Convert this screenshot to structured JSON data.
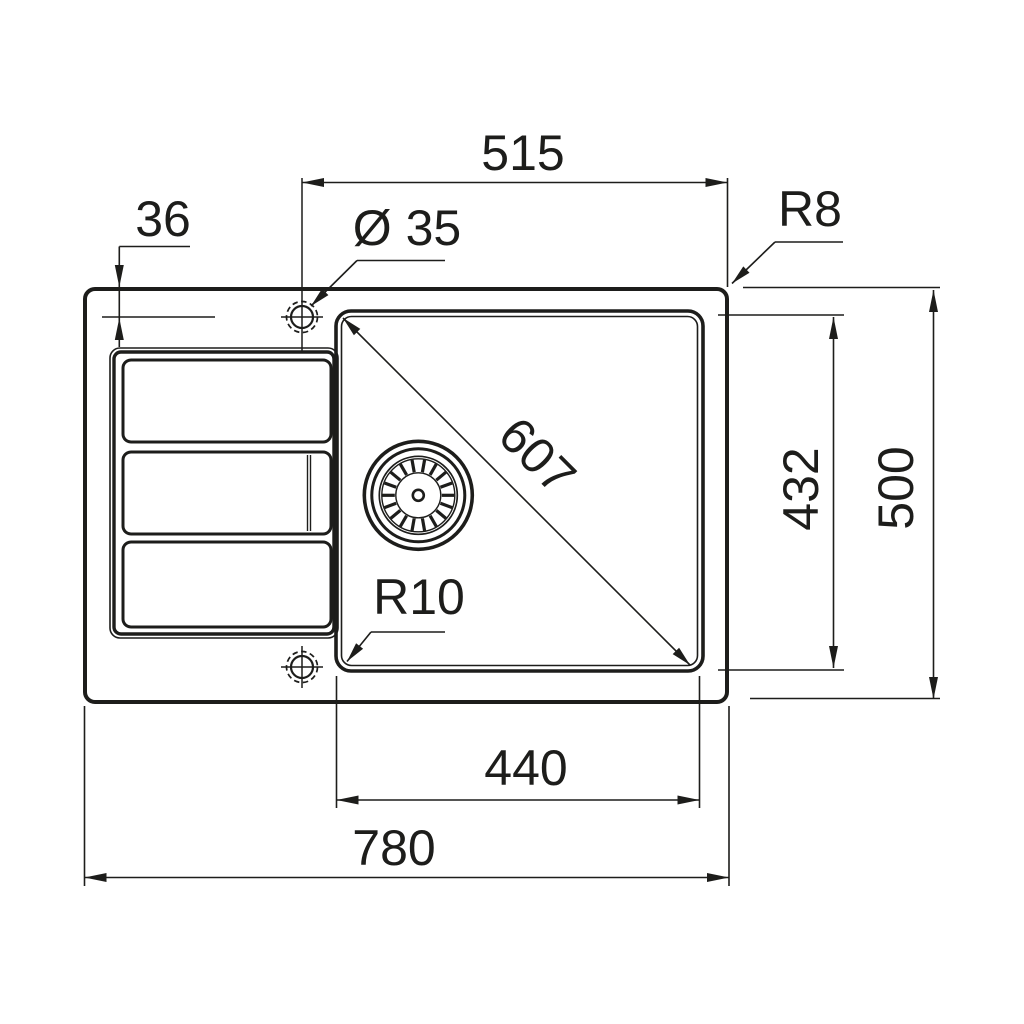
{
  "colors": {
    "ink": "#1d1d1b",
    "background": "#ffffff"
  },
  "dims": {
    "d515": {
      "label": "515"
    },
    "d36": {
      "label": "36"
    },
    "d35": {
      "label": "Ø 35"
    },
    "r8": {
      "label": "R8"
    },
    "d607": {
      "label": "607"
    },
    "d432": {
      "label": "432"
    },
    "d500": {
      "label": "500"
    },
    "r10": {
      "label": "R10"
    },
    "d440": {
      "label": "440"
    },
    "d780": {
      "label": "780"
    }
  }
}
